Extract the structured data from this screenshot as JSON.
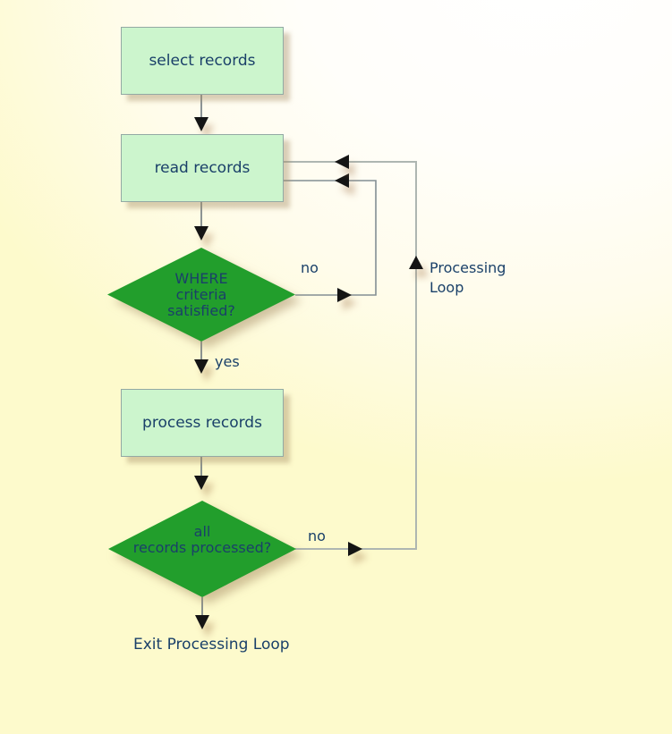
{
  "nodes": {
    "select_records": {
      "label": "select records"
    },
    "read_records": {
      "label": "read records"
    },
    "where_criteria": {
      "lines": [
        "WHERE",
        "criteria",
        "satisfied?"
      ]
    },
    "process_records": {
      "label": "process records"
    },
    "all_records": {
      "lines": [
        "all",
        "records processed?"
      ]
    }
  },
  "edge_labels": {
    "where_no": "no",
    "where_yes": "yes",
    "all_no": "no",
    "processing_loop": "Processing Loop",
    "exit": "Exit Processing Loop"
  },
  "colors": {
    "background_top": "#ffffff",
    "background_bottom": "#fdfacc",
    "box_fill": "#ccf5cd",
    "box_border": "#93a9a4",
    "diamond_fill": "#229e2c",
    "text": "#1a4069",
    "outer_loop_line": "#aeb6b1",
    "inner_loop_line": "#848f94",
    "connector_line": "#6f7a80",
    "arrowhead": "#141414"
  }
}
